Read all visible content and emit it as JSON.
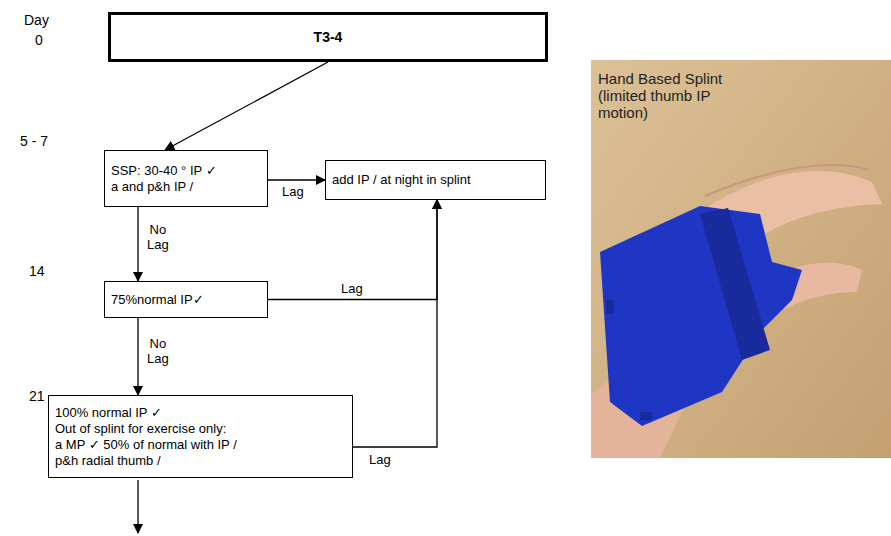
{
  "diagram": {
    "nodes": [
      {
        "text": [
          "T3-4"
        ]
      },
      {
        "text": [
          "SSP: 30-40 ° IP ✓",
          "a and p&h IP /"
        ]
      },
      {
        "text": [
          "add IP / at night in splint"
        ]
      },
      {
        "text": [
          "75%normal IP✓"
        ]
      },
      {
        "text": [
          "100% normal IP ✓",
          "Out of splint for exercise only:",
          "a MP ✓ 50% of normal with IP /",
          "p&h radial thumb /"
        ]
      }
    ],
    "edges": [
      {
        "from": 0,
        "to": 1,
        "arrow": "to"
      },
      {
        "from": 1,
        "to": 2,
        "label": "Lag",
        "arrow": "to"
      },
      {
        "from": 1,
        "to": 3,
        "label": "No Lag",
        "arrow": "to"
      },
      {
        "from": 3,
        "to": 2,
        "label": "Lag",
        "arrow": "to"
      },
      {
        "from": 3,
        "to": 4,
        "label": "No Lag",
        "arrow": "to"
      },
      {
        "from": 4,
        "to": 2,
        "label": "Lag",
        "arrow": "to"
      }
    ],
    "labels": [
      "Day",
      "0",
      "5 - 7",
      "14",
      "21",
      "Hand Based Splint (limited thumb IP motion)"
    ]
  }
}
